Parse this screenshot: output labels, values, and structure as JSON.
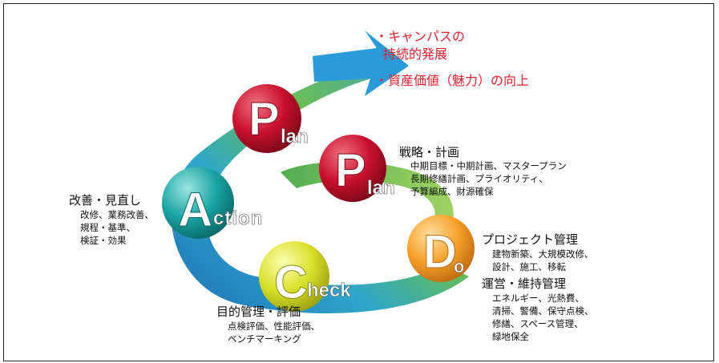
{
  "goals": {
    "line1a": "・キャンパスの",
    "line1b": "持続的発展",
    "line2": "・資産価値（魅力）の向上"
  },
  "cycle": {
    "plan_outer": {
      "letter": "P",
      "rest": "lan"
    },
    "plan_inner": {
      "letter": "P",
      "rest": "lan"
    },
    "do": {
      "letter": "D",
      "rest": "o"
    },
    "check": {
      "letter": "C",
      "rest": "heck"
    },
    "action": {
      "letter": "A",
      "rest": "ction"
    }
  },
  "plan_text": {
    "title": "戦略・計画",
    "l1": "中期目標・中期計画、マスタープラン",
    "l2": "長期修繕計画、プライオリティ、",
    "l3": "予算編成、財源確保"
  },
  "do_text": {
    "title1": "プロジェクト管理",
    "a1": "建物新築、大規模改修、",
    "a2": "設計、施工、移転",
    "title2": "運営・維持管理",
    "b1": "エネルギー、光熱費、",
    "b2": "清掃、警備、保守点検、",
    "b3": "修繕、スペース管理、",
    "b4": "緑地保全"
  },
  "check_text": {
    "title": "目的管理・評価",
    "l1": "点検評価、性能評価、",
    "l2": "ベンチマーキング"
  },
  "action_text": {
    "title": "改善・見直し",
    "l1": "改修、業務改善、",
    "l2": "規程・基準、",
    "l3": "検証・効果"
  },
  "colors": {
    "plan": "#c8102e",
    "do": "#f29a1f",
    "check": "#d7e02a",
    "action": "#1aa3a3",
    "arrow_green": "#5bb54a",
    "arrow_blue": "#1e88c9",
    "goal_text": "#e0202e"
  }
}
